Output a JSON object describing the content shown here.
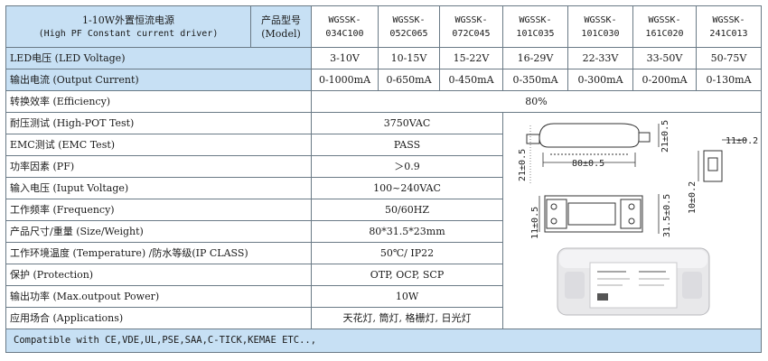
{
  "header": {
    "product_title": "1-10W外置恒流电源",
    "product_subtitle": "(High PF Constant current driver)",
    "model_label_cn": "产品型号",
    "model_label_en": "(Model)",
    "models": [
      {
        "line1": "WGSSK-",
        "line2": "034C100"
      },
      {
        "line1": "WGSSK-",
        "line2": "052C065"
      },
      {
        "line1": "WGSSK-",
        "line2": "072C045"
      },
      {
        "line1": "WGSSK-",
        "line2": "101C035"
      },
      {
        "line1": "WGSSK-",
        "line2": "101C030"
      },
      {
        "line1": "WGSSK-",
        "line2": "161C020"
      },
      {
        "line1": "WGSSK-",
        "line2": "241C013"
      }
    ]
  },
  "led_voltage": {
    "label": "LED电压 (LED Voltage)",
    "values": [
      "3-10V",
      "10-15V",
      "15-22V",
      "16-29V",
      "22-33V",
      "33-50V",
      "50-75V"
    ]
  },
  "output_current": {
    "label": "输出电流 (Output Current)",
    "values": [
      "0-1000mA",
      "0-650mA",
      "0-450mA",
      "0-350mA",
      "0-300mA",
      "0-200mA",
      "0-130mA"
    ]
  },
  "efficiency": {
    "label": "转换效率 (Efficiency)",
    "value": "80%"
  },
  "specs": [
    {
      "label": "耐压测试 (High-POT Test)",
      "value": "3750VAC"
    },
    {
      "label": "EMC测试 (EMC Test)",
      "value": "PASS"
    },
    {
      "label": "功率因素 (PF)",
      "value": "＞0.9"
    },
    {
      "label": "输入电压 (Iuput Voltage)",
      "value": "100~240VAC"
    },
    {
      "label": "工作频率 (Frequency)",
      "value": "50/60HZ"
    },
    {
      "label": "产品尺寸/重量 (Size/Weight)",
      "value": "80*31.5*23mm"
    },
    {
      "label": "工作环境温度 (Temperature) /防水等级(IP CLASS)",
      "value": "50℃/ IP22"
    },
    {
      "label": "保护 (Protection)",
      "value": "OTP, OCP, SCP"
    },
    {
      "label": "输出功率 (Max.outpout Power)",
      "value": "10W"
    },
    {
      "label": "应用场合 (Applications)",
      "value": "天花灯, 筒灯, 格栅灯, 日光灯"
    }
  ],
  "footer": {
    "text": "Compatible with CE,VDE,UL,PSE,SAA,C-TICK,KEMAE ETC..,"
  },
  "drawing": {
    "dim_height": "21±0.5",
    "dim_top_right": "21±0.5",
    "dim_length": "80±0.5",
    "dim_side_width": "11±0.2",
    "dim_side_height": "10±0.2",
    "dim_width": "31.5±0.5",
    "dim_terminal": "11±0.5"
  },
  "colors": {
    "header_blue": "#c7e0f4",
    "border": "#6a7a86"
  }
}
